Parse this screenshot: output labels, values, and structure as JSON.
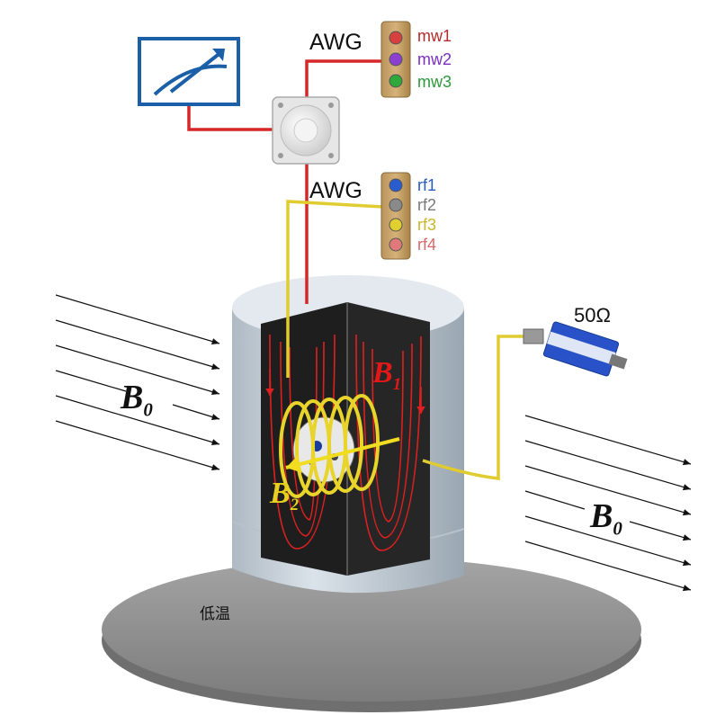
{
  "awg_top": {
    "label": "AWG",
    "channels": [
      {
        "name": "mw1",
        "color": "#b52a2a",
        "led": "#d84040"
      },
      {
        "name": "mw2",
        "color": "#7a2fc0",
        "led": "#8a3fd0"
      },
      {
        "name": "mw3",
        "color": "#2e9a3a",
        "led": "#2fa83c"
      }
    ]
  },
  "awg_bottom": {
    "label": "AWG",
    "channels": [
      {
        "name": "rf1",
        "color": "#2a5cc0",
        "led": "#2a5cd0"
      },
      {
        "name": "rf2",
        "color": "#7a7a7a",
        "led": "#8a8a8a"
      },
      {
        "name": "rf3",
        "color": "#c9b62a",
        "led": "#e0cf2e"
      },
      {
        "name": "rf4",
        "color": "#d86a6a",
        "led": "#e07a7a"
      }
    ]
  },
  "termination": {
    "label": "50Ω"
  },
  "fields": {
    "b0": {
      "symbol": "B",
      "sub": "0",
      "color": "#111111"
    },
    "b1": {
      "symbol": "B",
      "sub": "1",
      "color": "#e01818"
    },
    "b2": {
      "symbol": "B",
      "sub": "2",
      "color": "#e8d020"
    }
  },
  "platform": {
    "label": "低温"
  },
  "colors": {
    "microwave_cable": "#d62828",
    "rf_cable": "#e0cc30",
    "cylinder": "#c9d3dc",
    "cavity": "#1e1e1e",
    "platform": "#909090",
    "meter_blue": "#1b5fa8"
  }
}
